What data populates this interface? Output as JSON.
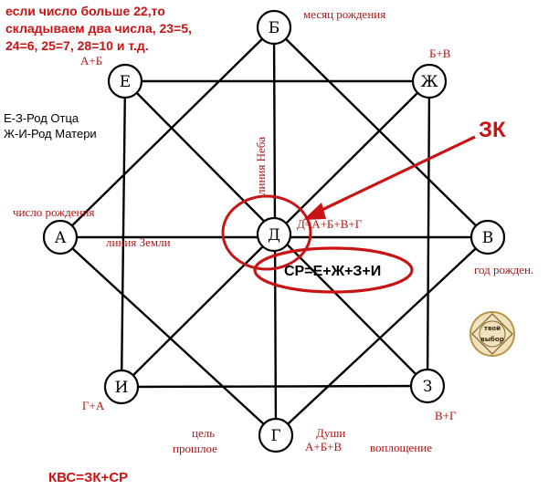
{
  "colors": {
    "accent_red": "#c81414",
    "text_red": "#b01515",
    "line": "#000000",
    "emblem_gold": "#b8954a"
  },
  "top_note": {
    "lines": [
      "если число больше 22,то",
      "складываем два числа, 23=5,",
      "24=6, 25=7, 28=10 и т.д."
    ]
  },
  "legend": {
    "lines": [
      "Е-З-Род Отца",
      "Ж-И-Род Матери"
    ]
  },
  "nodes": {
    "A": "А",
    "B": "Б",
    "V": "В",
    "G": "Г",
    "D": "Д",
    "E": "Е",
    "ZH": "Ж",
    "Z": "З",
    "I": "И"
  },
  "labels": {
    "month": "месяц рождения",
    "a_plus_b": "А+Б",
    "b_plus_v": "Б+В",
    "birth_number": "число рождения",
    "earth_line": "линия Земли",
    "sky_line": "линия Неба",
    "d_formula": "Д=А+Б+В+Г",
    "year": "год рожден.",
    "g_plus_a": "Г+А",
    "v_plus_g": "В+Г",
    "goal": "цель",
    "past": "прошлое",
    "souls": "Души",
    "a_b_v": "А+Б+В",
    "embodiment": "воплощение",
    "zk": "ЗК",
    "sr_formula": "СР=Е+Ж+З+И",
    "kvs_formula": "КВС=ЗК+СР",
    "emblem_line1": "твой",
    "emblem_line2": "выбор"
  }
}
